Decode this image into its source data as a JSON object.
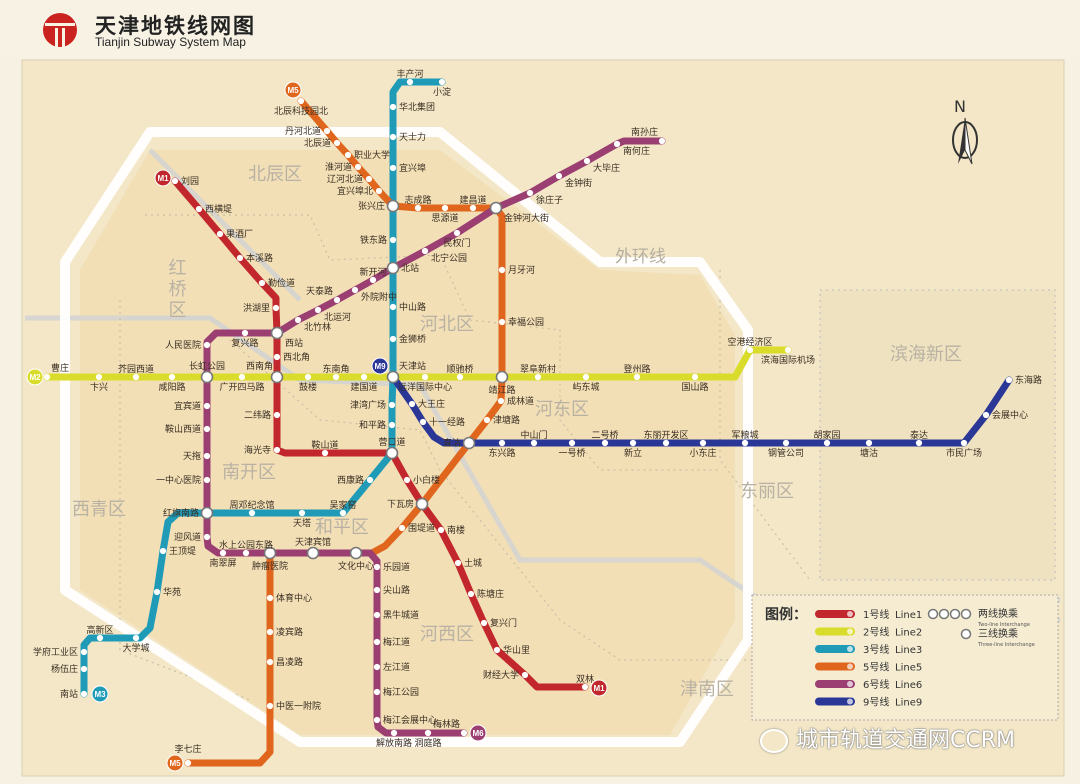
{
  "header": {
    "title_cn": "天津地铁线网图",
    "title_en": "Tianjin Subway System Map"
  },
  "compass": "N",
  "ring_road_label": "外环线",
  "districts": [
    "北辰区",
    "红桥区",
    "河北区",
    "河东区",
    "南开区",
    "和平区",
    "西青区",
    "河西区",
    "东丽区",
    "滨海新区",
    "津南区"
  ],
  "lines": [
    {
      "badge": "M1",
      "name_cn": "1号线",
      "name_en": "Line1",
      "color": "#c1272d",
      "stations": [
        "刘园",
        "西横堤",
        "果酒厂",
        "本溪路",
        "勤俭道",
        "洪湖里",
        "西站",
        "西北角",
        "西南角",
        "二纬路",
        "海光寺",
        "鞍山道",
        "营口道",
        "小白楼",
        "下瓦房",
        "南楼",
        "土城",
        "陈塘庄",
        "复兴门",
        "华山里",
        "财经大学",
        "双林"
      ]
    },
    {
      "badge": "M2",
      "name_cn": "2号线",
      "name_en": "Line2",
      "color": "#d9dc2a",
      "stations": [
        "曹庄",
        "卞兴",
        "芥园西道",
        "咸阳路",
        "长虹公园",
        "广开四马路",
        "西南角",
        "鼓楼",
        "东南角",
        "建国道",
        "天津站",
        "远洋国际中心",
        "顺驰桥",
        "靖江路",
        "翠阜新村",
        "屿东城",
        "登州路",
        "国山路",
        "空港经济区",
        "滨海国际机场"
      ]
    },
    {
      "badge": "M3",
      "name_cn": "3号线",
      "name_en": "Line3",
      "color": "#1f9bb8",
      "stations": [
        "小淀",
        "丰产河",
        "华北集团",
        "天士力",
        "宜兴埠",
        "张兴庄",
        "铁东路",
        "北站",
        "中山路",
        "金狮桥",
        "天津站",
        "津湾广场",
        "和平路",
        "营口道",
        "西康路",
        "吴家窑",
        "天塔",
        "周邓纪念馆",
        "红旗南路",
        "王顶堤",
        "华苑",
        "大学城",
        "高新区",
        "学府工业区",
        "杨伍庄",
        "南站"
      ]
    },
    {
      "badge": "M5",
      "name_cn": "5号线",
      "name_en": "Line5",
      "color": "#e0661e",
      "stations": [
        "北辰科技园北",
        "丹河北道",
        "北辰道",
        "职业大学",
        "淮河道",
        "辽河北道",
        "宜兴埠北",
        "张兴庄",
        "志成路",
        "思源道",
        "建昌道",
        "金钟河大街",
        "月牙河",
        "幸福公园",
        "靖江路",
        "成林道",
        "津塘路",
        "直沽",
        "下瓦房",
        "围堤道",
        "文化中心",
        "天津宾馆",
        "肿瘤医院",
        "体育中心",
        "凌宾路",
        "昌凌路",
        "中医一附院",
        "李七庄"
      ]
    },
    {
      "badge": "M6",
      "name_cn": "6号线",
      "name_en": "Line6",
      "color": "#9b3f73",
      "stations": [
        "南孙庄",
        "南何庄",
        "大毕庄",
        "金钟街",
        "徐庄子",
        "金钟河大街",
        "民权门",
        "北宁公园",
        "北站",
        "新开河",
        "外院附中",
        "天泰路",
        "北运河",
        "北竹林",
        "西站",
        "复兴路",
        "人民医院",
        "长虹公园",
        "宜宾道",
        "鞍山西道",
        "天拖",
        "一中心医院",
        "红旗南路",
        "迎风道",
        "南翠屏",
        "水上公园东路",
        "肿瘤医院",
        "天津宾馆",
        "文化中心",
        "乐园道",
        "尖山路",
        "黑牛城道",
        "梅江道",
        "左江道",
        "梅江公园",
        "梅江会展中心",
        "解放南路",
        "洞庭路",
        "梅林路"
      ]
    },
    {
      "badge": "M9",
      "name_cn": "9号线",
      "name_en": "Line9",
      "color": "#2b3797",
      "stations": [
        "天津站",
        "大王庄",
        "十一经路",
        "直沽",
        "东兴路",
        "中山门",
        "一号桥",
        "二号桥",
        "新立",
        "东丽开发区",
        "小东庄",
        "军粮城",
        "钢管公司",
        "胡家园",
        "塘沽",
        "泰达",
        "市民广场",
        "会展中心",
        "东海路"
      ]
    }
  ],
  "legend": {
    "title": "图例：",
    "two_line_cn": "两线换乘",
    "two_line_en": "Two-line Interchange",
    "three_line_cn": "三线换乘",
    "three_line_en": "Three-line Interchange"
  },
  "watermark": "城市轨道交通网CCRM"
}
